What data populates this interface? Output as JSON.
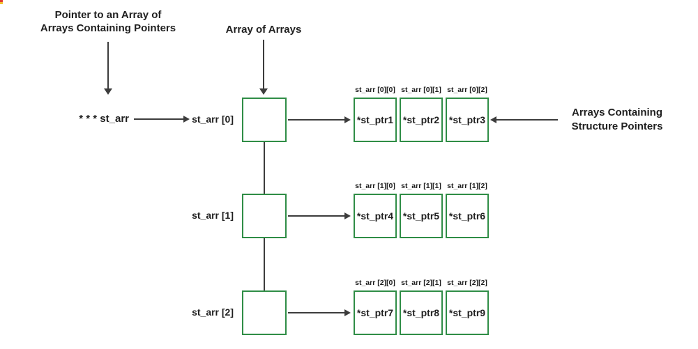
{
  "colors": {
    "box_green": "#2f8d46",
    "line": "#3c3c3c",
    "text": "#1f1f1f",
    "artifact_red": "#e23a2e",
    "artifact_yellow": "#f2c230"
  },
  "annotations": {
    "pointer_title_line1": "Pointer to an Array of",
    "pointer_title_line2": "Arrays Containing Pointers",
    "array_of_arrays": "Array of Arrays",
    "root_pointer": "* * * st_arr",
    "right_label_line1": "Arrays Containing",
    "right_label_line2": "Structure Pointers"
  },
  "rows": [
    {
      "pointer_label": "st_arr [0]",
      "cell_labels": [
        "st_arr [0][0]",
        "st_arr [0][1]",
        "st_arr [0][2]"
      ],
      "cells": [
        "*st_ptr1",
        "*st_ptr2",
        "*st_ptr3"
      ]
    },
    {
      "pointer_label": "st_arr [1]",
      "cell_labels": [
        "st_arr [1][0]",
        "st_arr [1][1]",
        "st_arr [1][2]"
      ],
      "cells": [
        "*st_ptr4",
        "*st_ptr5",
        "*st_ptr6"
      ]
    },
    {
      "pointer_label": "st_arr [2]",
      "cell_labels": [
        "st_arr [2][0]",
        "st_arr [2][1]",
        "st_arr [2][2]"
      ],
      "cells": [
        "*st_ptr7",
        "*st_ptr8",
        "*st_ptr9"
      ]
    }
  ]
}
